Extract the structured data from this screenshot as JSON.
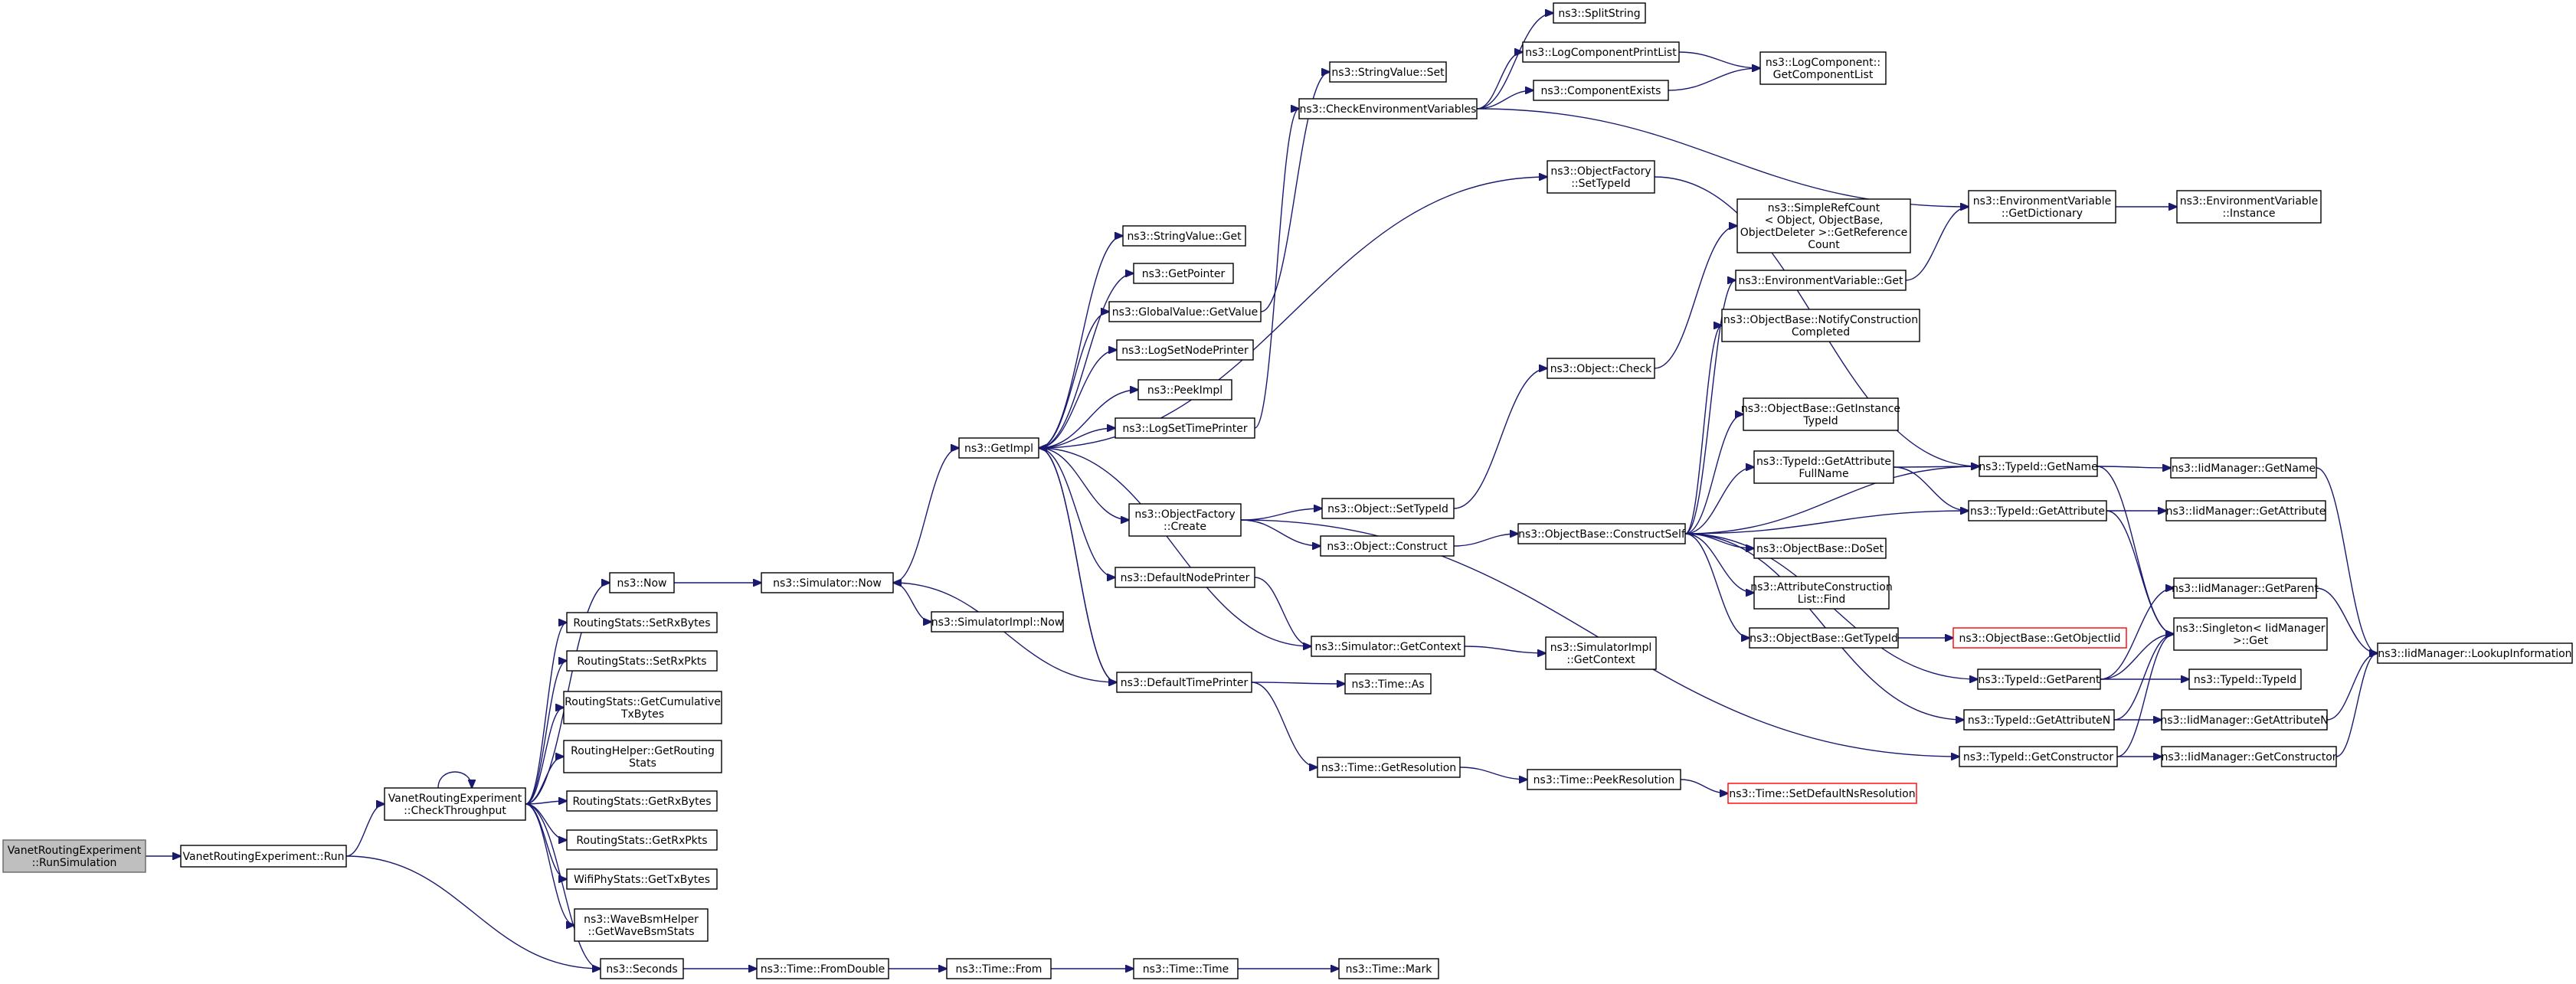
{
  "colors": {
    "edge": "#191970",
    "node_border": "#000000",
    "root_fill": "#bfbfbf",
    "external_border": "#ff0000"
  },
  "nodes": [
    {
      "id": "run_sim",
      "lines": [
        "VanetRoutingExperiment",
        "::RunSimulation"
      ],
      "style": "root"
    },
    {
      "id": "run",
      "lines": [
        "VanetRoutingExperiment::Run"
      ]
    },
    {
      "id": "check_tp",
      "lines": [
        "VanetRoutingExperiment",
        "::CheckThroughput"
      ]
    },
    {
      "id": "now",
      "lines": [
        "ns3::Now"
      ]
    },
    {
      "id": "set_rx_bytes",
      "lines": [
        "RoutingStats::SetRxBytes"
      ]
    },
    {
      "id": "set_rx_pkts",
      "lines": [
        "RoutingStats::SetRxPkts"
      ]
    },
    {
      "id": "get_cum_tx",
      "lines": [
        "RoutingStats::GetCumulative",
        "TxBytes"
      ]
    },
    {
      "id": "get_routing_stats",
      "lines": [
        "RoutingHelper::GetRouting",
        "Stats"
      ]
    },
    {
      "id": "get_rx_bytes",
      "lines": [
        "RoutingStats::GetRxBytes"
      ]
    },
    {
      "id": "get_rx_pkts",
      "lines": [
        "RoutingStats::GetRxPkts"
      ]
    },
    {
      "id": "get_tx_bytes",
      "lines": [
        "WifiPhyStats::GetTxBytes"
      ]
    },
    {
      "id": "wave_bsm",
      "lines": [
        "ns3::WaveBsmHelper",
        "::GetWaveBsmStats"
      ]
    },
    {
      "id": "seconds",
      "lines": [
        "ns3::Seconds"
      ]
    },
    {
      "id": "sim_now",
      "lines": [
        "ns3::Simulator::Now"
      ]
    },
    {
      "id": "simimpl_now",
      "lines": [
        "ns3::SimulatorImpl::Now"
      ]
    },
    {
      "id": "from_double",
      "lines": [
        "ns3::Time::FromDouble"
      ]
    },
    {
      "id": "time_from",
      "lines": [
        "ns3::Time::From"
      ]
    },
    {
      "id": "time_time",
      "lines": [
        "ns3::Time::Time"
      ]
    },
    {
      "id": "time_mark",
      "lines": [
        "ns3::Time::Mark"
      ]
    },
    {
      "id": "get_impl",
      "lines": [
        "ns3::GetImpl"
      ]
    },
    {
      "id": "stringvalue_get",
      "lines": [
        "ns3::StringValue::Get"
      ]
    },
    {
      "id": "get_pointer",
      "lines": [
        "ns3::GetPointer"
      ]
    },
    {
      "id": "gv_getvalue",
      "lines": [
        "ns3::GlobalValue::GetValue"
      ]
    },
    {
      "id": "log_set_node",
      "lines": [
        "ns3::LogSetNodePrinter"
      ]
    },
    {
      "id": "peek_impl",
      "lines": [
        "ns3::PeekImpl"
      ]
    },
    {
      "id": "log_set_time",
      "lines": [
        "ns3::LogSetTimePrinter"
      ]
    },
    {
      "id": "of_create",
      "lines": [
        "ns3::ObjectFactory",
        "::Create"
      ]
    },
    {
      "id": "default_node",
      "lines": [
        "ns3::DefaultNodePrinter"
      ]
    },
    {
      "id": "default_time",
      "lines": [
        "ns3::DefaultTimePrinter"
      ]
    },
    {
      "id": "stringvalue_set",
      "lines": [
        "ns3::StringValue::Set"
      ]
    },
    {
      "id": "check_env",
      "lines": [
        "ns3::CheckEnvironmentVariables"
      ]
    },
    {
      "id": "obj_set_typeid",
      "lines": [
        "ns3::Object::SetTypeId"
      ]
    },
    {
      "id": "obj_construct",
      "lines": [
        "ns3::Object::Construct"
      ]
    },
    {
      "id": "sim_get_context",
      "lines": [
        "ns3::Simulator::GetContext"
      ]
    },
    {
      "id": "time_as",
      "lines": [
        "ns3::Time::As"
      ]
    },
    {
      "id": "time_get_res",
      "lines": [
        "ns3::Time::GetResolution"
      ]
    },
    {
      "id": "split_string",
      "lines": [
        "ns3::SplitString"
      ]
    },
    {
      "id": "log_comp_print",
      "lines": [
        "ns3::LogComponentPrintList"
      ]
    },
    {
      "id": "comp_exists",
      "lines": [
        "ns3::ComponentExists"
      ]
    },
    {
      "id": "of_set_typeid",
      "lines": [
        "ns3::ObjectFactory",
        "::SetTypeId"
      ]
    },
    {
      "id": "obj_check",
      "lines": [
        "ns3::Object::Check"
      ]
    },
    {
      "id": "ob_construct_self",
      "lines": [
        "ns3::ObjectBase::ConstructSelf"
      ]
    },
    {
      "id": "simimpl_ctx",
      "lines": [
        "ns3::SimulatorImpl",
        "::GetContext"
      ]
    },
    {
      "id": "time_peek_res",
      "lines": [
        "ns3::Time::PeekResolution"
      ]
    },
    {
      "id": "log_comp_get_list",
      "lines": [
        "ns3::LogComponent::",
        "GetComponentList"
      ]
    },
    {
      "id": "simple_ref",
      "lines": [
        "ns3::SimpleRefCount",
        "< Object, ObjectBase,",
        "ObjectDeleter >::GetReference",
        "Count"
      ]
    },
    {
      "id": "env_get",
      "lines": [
        "ns3::EnvironmentVariable::Get"
      ]
    },
    {
      "id": "ob_notify",
      "lines": [
        "ns3::ObjectBase::NotifyConstruction",
        "Completed"
      ]
    },
    {
      "id": "ob_get_instance",
      "lines": [
        "ns3::ObjectBase::GetInstance",
        "TypeId"
      ]
    },
    {
      "id": "tid_get_attr_full",
      "lines": [
        "ns3::TypeId::GetAttribute",
        "FullName"
      ]
    },
    {
      "id": "ob_doset",
      "lines": [
        "ns3::ObjectBase::DoSet"
      ]
    },
    {
      "id": "attr_cons_find",
      "lines": [
        "ns3::AttributeConstruction",
        "List::Find"
      ]
    },
    {
      "id": "ob_get_typeid",
      "lines": [
        "ns3::ObjectBase::GetTypeId"
      ]
    },
    {
      "id": "ob_get_object_iid",
      "lines": [
        "ns3::ObjectBase::GetObjectIid"
      ],
      "style": "external"
    },
    {
      "id": "time_set_default",
      "lines": [
        "ns3::Time::SetDefaultNsResolution"
      ],
      "style": "external"
    },
    {
      "id": "env_get_dict",
      "lines": [
        "ns3::EnvironmentVariable",
        "::GetDictionary"
      ]
    },
    {
      "id": "tid_get_name",
      "lines": [
        "ns3::TypeId::GetName"
      ]
    },
    {
      "id": "tid_get_attribute",
      "lines": [
        "ns3::TypeId::GetAttribute"
      ]
    },
    {
      "id": "tid_get_parent",
      "lines": [
        "ns3::TypeId::GetParent"
      ]
    },
    {
      "id": "tid_get_attr_n",
      "lines": [
        "ns3::TypeId::GetAttributeN"
      ]
    },
    {
      "id": "tid_get_constructor",
      "lines": [
        "ns3::TypeId::GetConstructor"
      ]
    },
    {
      "id": "env_instance",
      "lines": [
        "ns3::EnvironmentVariable",
        "::Instance"
      ]
    },
    {
      "id": "iid_get_name",
      "lines": [
        "ns3::IidManager::GetName"
      ]
    },
    {
      "id": "iid_get_attribute",
      "lines": [
        "ns3::IidManager::GetAttribute"
      ]
    },
    {
      "id": "iid_get_parent",
      "lines": [
        "ns3::IidManager::GetParent"
      ]
    },
    {
      "id": "singleton_get",
      "lines": [
        "ns3::Singleton< IidManager",
        ">::Get"
      ]
    },
    {
      "id": "tid_typeid",
      "lines": [
        "ns3::TypeId::TypeId"
      ]
    },
    {
      "id": "iid_get_attr_n",
      "lines": [
        "ns3::IidManager::GetAttributeN"
      ]
    },
    {
      "id": "iid_get_constructor",
      "lines": [
        "ns3::IidManager::GetConstructor"
      ]
    },
    {
      "id": "iid_lookup",
      "lines": [
        "ns3::IidManager::LookupInformation"
      ]
    }
  ],
  "edges": [
    [
      "run_sim",
      "run"
    ],
    [
      "run",
      "check_tp"
    ],
    [
      "run",
      "seconds"
    ],
    [
      "check_tp",
      "check_tp"
    ],
    [
      "check_tp",
      "now"
    ],
    [
      "check_tp",
      "set_rx_bytes"
    ],
    [
      "check_tp",
      "set_rx_pkts"
    ],
    [
      "check_tp",
      "get_cum_tx"
    ],
    [
      "check_tp",
      "get_routing_stats"
    ],
    [
      "check_tp",
      "get_rx_bytes"
    ],
    [
      "check_tp",
      "get_rx_pkts"
    ],
    [
      "check_tp",
      "get_tx_bytes"
    ],
    [
      "check_tp",
      "wave_bsm"
    ],
    [
      "check_tp",
      "seconds"
    ],
    [
      "now",
      "sim_now"
    ],
    [
      "sim_now",
      "get_impl"
    ],
    [
      "sim_now",
      "simimpl_now"
    ],
    [
      "seconds",
      "from_double"
    ],
    [
      "from_double",
      "time_from"
    ],
    [
      "time_from",
      "time_time"
    ],
    [
      "time_time",
      "time_mark"
    ],
    [
      "get_impl",
      "stringvalue_get"
    ],
    [
      "get_impl",
      "get_pointer"
    ],
    [
      "get_impl",
      "gv_getvalue"
    ],
    [
      "get_impl",
      "log_set_node"
    ],
    [
      "get_impl",
      "peek_impl"
    ],
    [
      "get_impl",
      "log_set_time"
    ],
    [
      "get_impl",
      "of_create"
    ],
    [
      "get_impl",
      "default_node"
    ],
    [
      "get_impl",
      "default_time"
    ],
    [
      "get_impl",
      "of_set_typeid"
    ],
    [
      "gv_getvalue",
      "stringvalue_set"
    ],
    [
      "log_set_time",
      "check_env"
    ],
    [
      "default_node",
      "sim_get_context"
    ],
    [
      "default_time",
      "sim_now"
    ],
    [
      "default_time",
      "get_impl"
    ],
    [
      "default_time",
      "time_as"
    ],
    [
      "default_time",
      "time_get_res"
    ],
    [
      "sim_get_context",
      "get_impl"
    ],
    [
      "sim_get_context",
      "simimpl_ctx"
    ],
    [
      "of_create",
      "obj_set_typeid"
    ],
    [
      "of_create",
      "obj_construct"
    ],
    [
      "of_create",
      "tid_get_constructor"
    ],
    [
      "obj_set_typeid",
      "obj_check"
    ],
    [
      "obj_construct",
      "ob_construct_self"
    ],
    [
      "obj_check",
      "simple_ref"
    ],
    [
      "time_get_res",
      "time_peek_res"
    ],
    [
      "time_peek_res",
      "time_set_default"
    ],
    [
      "check_env",
      "split_string"
    ],
    [
      "check_env",
      "log_comp_print"
    ],
    [
      "check_env",
      "comp_exists"
    ],
    [
      "check_env",
      "env_get_dict"
    ],
    [
      "log_comp_print",
      "log_comp_get_list"
    ],
    [
      "comp_exists",
      "log_comp_get_list"
    ],
    [
      "of_set_typeid",
      "tid_get_name"
    ],
    [
      "ob_construct_self",
      "env_get"
    ],
    [
      "ob_construct_self",
      "ob_notify"
    ],
    [
      "ob_construct_self",
      "tid_get_name"
    ],
    [
      "ob_construct_self",
      "ob_get_instance"
    ],
    [
      "ob_construct_self",
      "tid_get_attr_full"
    ],
    [
      "ob_construct_self",
      "tid_get_attribute"
    ],
    [
      "ob_construct_self",
      "ob_doset"
    ],
    [
      "ob_construct_self",
      "attr_cons_find"
    ],
    [
      "ob_construct_self",
      "ob_get_typeid"
    ],
    [
      "ob_construct_self",
      "tid_get_parent"
    ],
    [
      "ob_construct_self",
      "tid_get_attr_n"
    ],
    [
      "env_get",
      "env_get_dict"
    ],
    [
      "env_get_dict",
      "env_instance"
    ],
    [
      "ob_get_typeid",
      "ob_get_object_iid"
    ],
    [
      "tid_get_attr_full",
      "tid_get_name"
    ],
    [
      "tid_get_attr_full",
      "tid_get_attribute"
    ],
    [
      "tid_get_name",
      "iid_get_name"
    ],
    [
      "tid_get_name",
      "singleton_get"
    ],
    [
      "tid_get_attribute",
      "iid_get_attribute"
    ],
    [
      "tid_get_attribute",
      "singleton_get"
    ],
    [
      "tid_get_parent",
      "iid_get_parent"
    ],
    [
      "tid_get_parent",
      "singleton_get"
    ],
    [
      "tid_get_parent",
      "tid_typeid"
    ],
    [
      "tid_get_attr_n",
      "iid_get_attr_n"
    ],
    [
      "tid_get_attr_n",
      "singleton_get"
    ],
    [
      "tid_get_constructor",
      "iid_get_constructor"
    ],
    [
      "tid_get_constructor",
      "singleton_get"
    ],
    [
      "iid_get_name",
      "iid_lookup"
    ],
    [
      "iid_get_parent",
      "iid_lookup"
    ],
    [
      "iid_get_attr_n",
      "iid_lookup"
    ],
    [
      "iid_get_constructor",
      "iid_lookup"
    ]
  ]
}
